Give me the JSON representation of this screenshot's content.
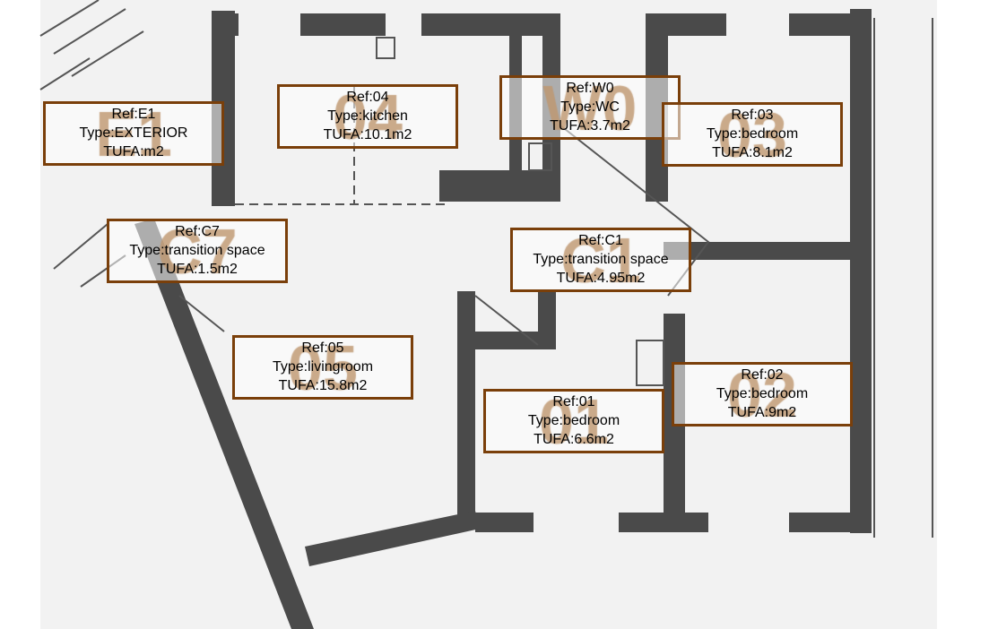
{
  "rooms": [
    {
      "ref": "Ref:E1",
      "type": "Type:EXTERIOR",
      "tufa": "TUFA:m2",
      "mark": "E1"
    },
    {
      "ref": "Ref:04",
      "type": "Type:kitchen",
      "tufa": "TUFA:10.1m2",
      "mark": "04"
    },
    {
      "ref": "Ref:W0",
      "type": "Type:WC",
      "tufa": "TUFA:3.7m2",
      "mark": "W0"
    },
    {
      "ref": "Ref:03",
      "type": "Type:bedroom",
      "tufa": "TUFA:8.1m2",
      "mark": "03"
    },
    {
      "ref": "Ref:C7",
      "type": "Type:transition space",
      "tufa": "TUFA:1.5m2",
      "mark": "C7"
    },
    {
      "ref": "Ref:C1",
      "type": "Type:transition space",
      "tufa": "TUFA:4.95m2",
      "mark": "C1"
    },
    {
      "ref": "Ref:05",
      "type": "Type:livingroom",
      "tufa": "TUFA:15.8m2",
      "mark": "05"
    },
    {
      "ref": "Ref:01",
      "type": "Type:bedroom",
      "tufa": "TUFA:6.6m2",
      "mark": "01"
    },
    {
      "ref": "Ref:02",
      "type": "Type:bedroom",
      "tufa": "TUFA:9m2",
      "mark": "02"
    }
  ],
  "colors": {
    "label_border": "#7a3f0a",
    "wall": "#4a4a4a",
    "watermark": "#be966e"
  }
}
